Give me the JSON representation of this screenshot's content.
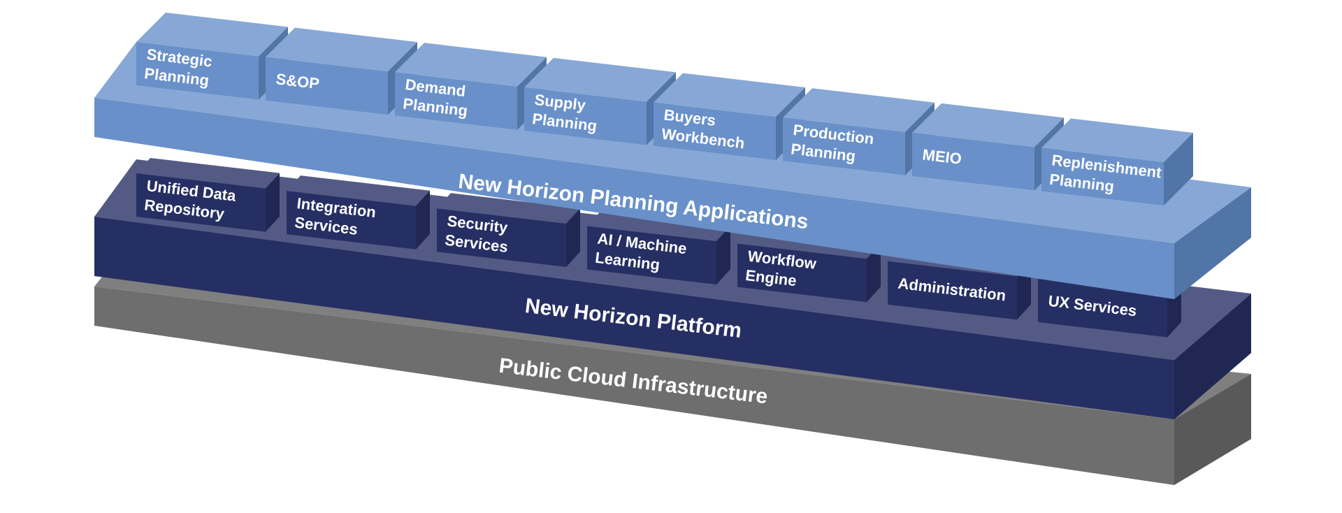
{
  "title": "New Horizon Architecture",
  "layers": {
    "infrastructure": {
      "label": "Public Cloud Infrastructure",
      "colors": {
        "top": "#7f7f7f",
        "front": "#7f7f7f",
        "side": "#595959"
      }
    },
    "platform": {
      "label": "New Horizon Platform",
      "colors": {
        "top": "#535b85",
        "front": "#262f63",
        "side": "#1f2752"
      },
      "blocks": [
        {
          "lines": [
            "Unified Data",
            "Repository"
          ]
        },
        {
          "lines": [
            "Integration",
            "Services"
          ]
        },
        {
          "lines": [
            "Security",
            "Services"
          ]
        },
        {
          "lines": [
            "AI / Machine",
            "Learning"
          ]
        },
        {
          "lines": [
            "Workflow",
            "Engine"
          ]
        },
        {
          "lines": [
            "Administration"
          ]
        },
        {
          "lines": [
            "UX Services"
          ]
        }
      ]
    },
    "applications": {
      "label": "New Horizon Planning Applications",
      "colors": {
        "top": "#87a8d6",
        "front": "#6990c9",
        "side": "#5275a8"
      },
      "blocks": [
        {
          "lines": [
            "Strategic",
            "Planning"
          ]
        },
        {
          "lines": [
            "S&OP"
          ]
        },
        {
          "lines": [
            "Demand",
            "Planning"
          ]
        },
        {
          "lines": [
            "Supply",
            "Planning"
          ]
        },
        {
          "lines": [
            "Buyers",
            "Workbench"
          ]
        },
        {
          "lines": [
            "Production",
            "Planning"
          ]
        },
        {
          "lines": [
            "MEIO"
          ]
        },
        {
          "lines": [
            "Replenishment",
            "Planning"
          ]
        }
      ]
    }
  }
}
